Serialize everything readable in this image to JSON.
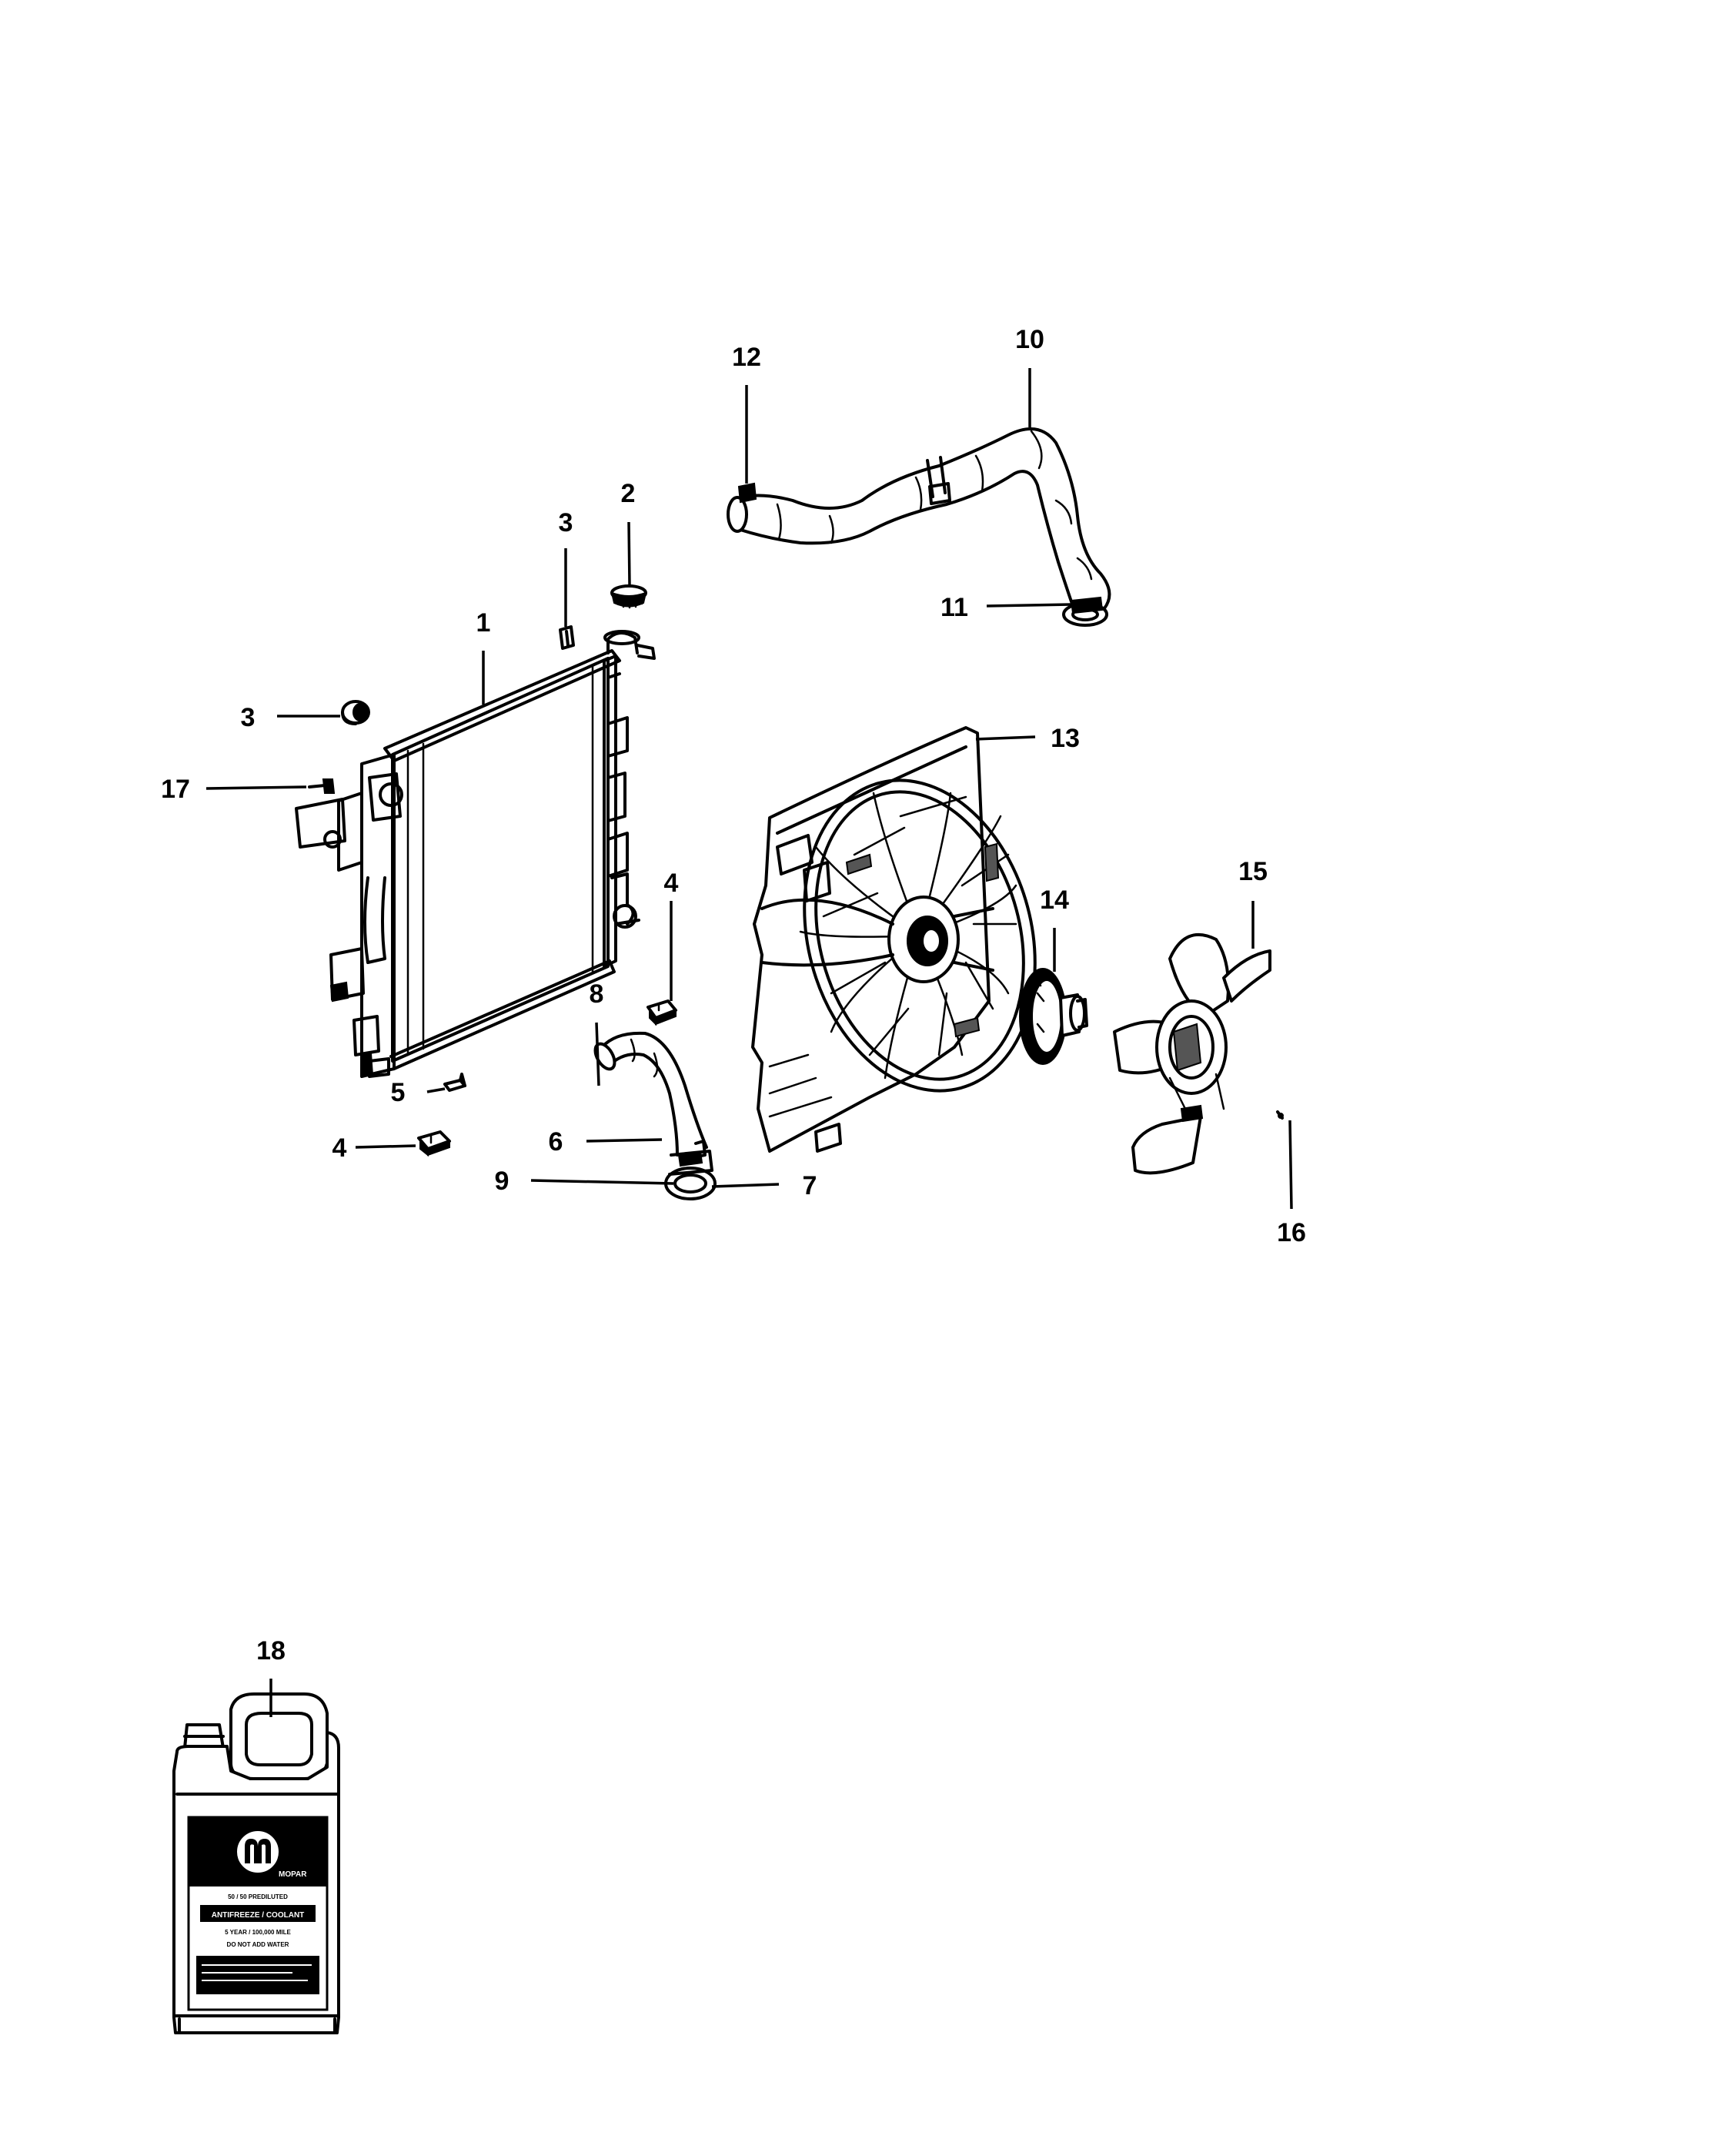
{
  "callouts": [
    {
      "n": "1"
    },
    {
      "n": "2"
    },
    {
      "n": "3"
    },
    {
      "n": "3"
    },
    {
      "n": "4"
    },
    {
      "n": "4"
    },
    {
      "n": "5"
    },
    {
      "n": "6"
    },
    {
      "n": "7"
    },
    {
      "n": "8"
    },
    {
      "n": "9"
    },
    {
      "n": "10"
    },
    {
      "n": "11"
    },
    {
      "n": "12"
    },
    {
      "n": "13"
    },
    {
      "n": "14"
    },
    {
      "n": "15"
    },
    {
      "n": "16"
    },
    {
      "n": "17"
    },
    {
      "n": "18"
    }
  ],
  "coolant_label": {
    "brand": "MOPAR",
    "line1": "50 / 50 PREDILUTED",
    "line2": "ANTIFREEZE / COOLANT",
    "line3": "5 YEAR / 100,000 MILE",
    "line4": "DO NOT ADD WATER"
  },
  "icons": {
    "radiator": "radiator-icon",
    "fan_shroud": "fan-shroud-icon",
    "fan_clutch": "fan-clutch-icon",
    "fan_blade": "fan-blade-icon",
    "coolant_jug": "coolant-jug-icon"
  }
}
